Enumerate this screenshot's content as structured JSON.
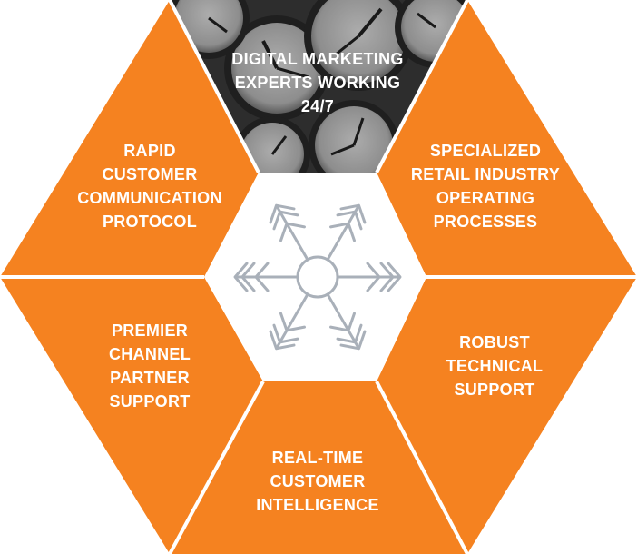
{
  "colors": {
    "segment_fill": "#f58220",
    "center_fill": "#ffffff",
    "icon_stroke": "#a9b0b9",
    "photo_tint": "#3c3c3c",
    "label_text": "#ffffff"
  },
  "center_icon": "snowflake-icon",
  "segments": {
    "top": {
      "lines": [
        "DIGITAL MARKETING",
        "EXPERTS WORKING",
        "24/7"
      ],
      "background": "clock-photo"
    },
    "top_left": {
      "lines": [
        "RAPID",
        "CUSTOMER",
        "COMMUNICATION",
        "PROTOCOL"
      ]
    },
    "top_right": {
      "lines": [
        "SPECIALIZED",
        "RETAIL INDUSTRY",
        "OPERATING",
        "PROCESSES"
      ]
    },
    "bottom_left": {
      "lines": [
        "PREMIER",
        "CHANNEL",
        "PARTNER",
        "SUPPORT"
      ]
    },
    "bottom_right": {
      "lines": [
        "ROBUST",
        "TECHNICAL",
        "SUPPORT"
      ]
    },
    "bottom": {
      "lines": [
        "REAL-TIME",
        "CUSTOMER",
        "INTELLIGENCE"
      ]
    }
  }
}
